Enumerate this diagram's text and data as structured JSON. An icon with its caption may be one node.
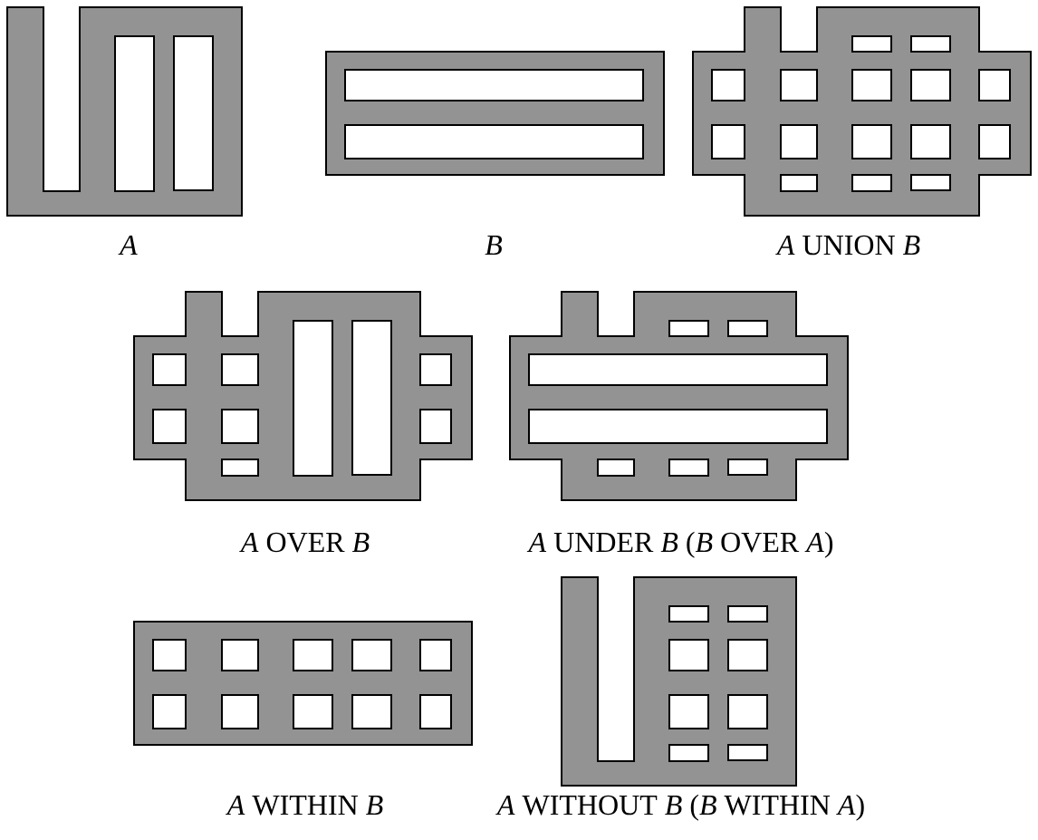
{
  "diagram": {
    "labels": [
      "*A*",
      "*B*",
      "*A* UNION *B*",
      "*A* OVER *B*",
      "*A* UNDER *B* (*B* OVER *A*)",
      "*A* WITHIN *B*",
      "*A* WITHOUT *B* (*B* WITHIN *A*)"
    ]
  }
}
